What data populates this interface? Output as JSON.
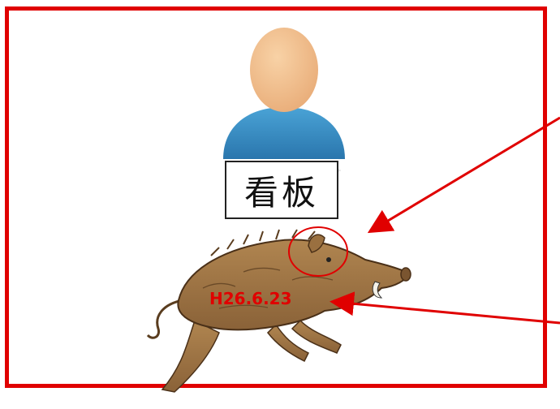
{
  "sign": {
    "text": "看板"
  },
  "boar": {
    "date_label": "H26.6.23"
  },
  "colors": {
    "frame": "#e00000",
    "arrow": "#e00000",
    "date_text": "#e00000",
    "person_head": "#f2c08f",
    "person_body": "#3a8fc8"
  },
  "icons": [
    "person-icon",
    "boar-illustration"
  ]
}
